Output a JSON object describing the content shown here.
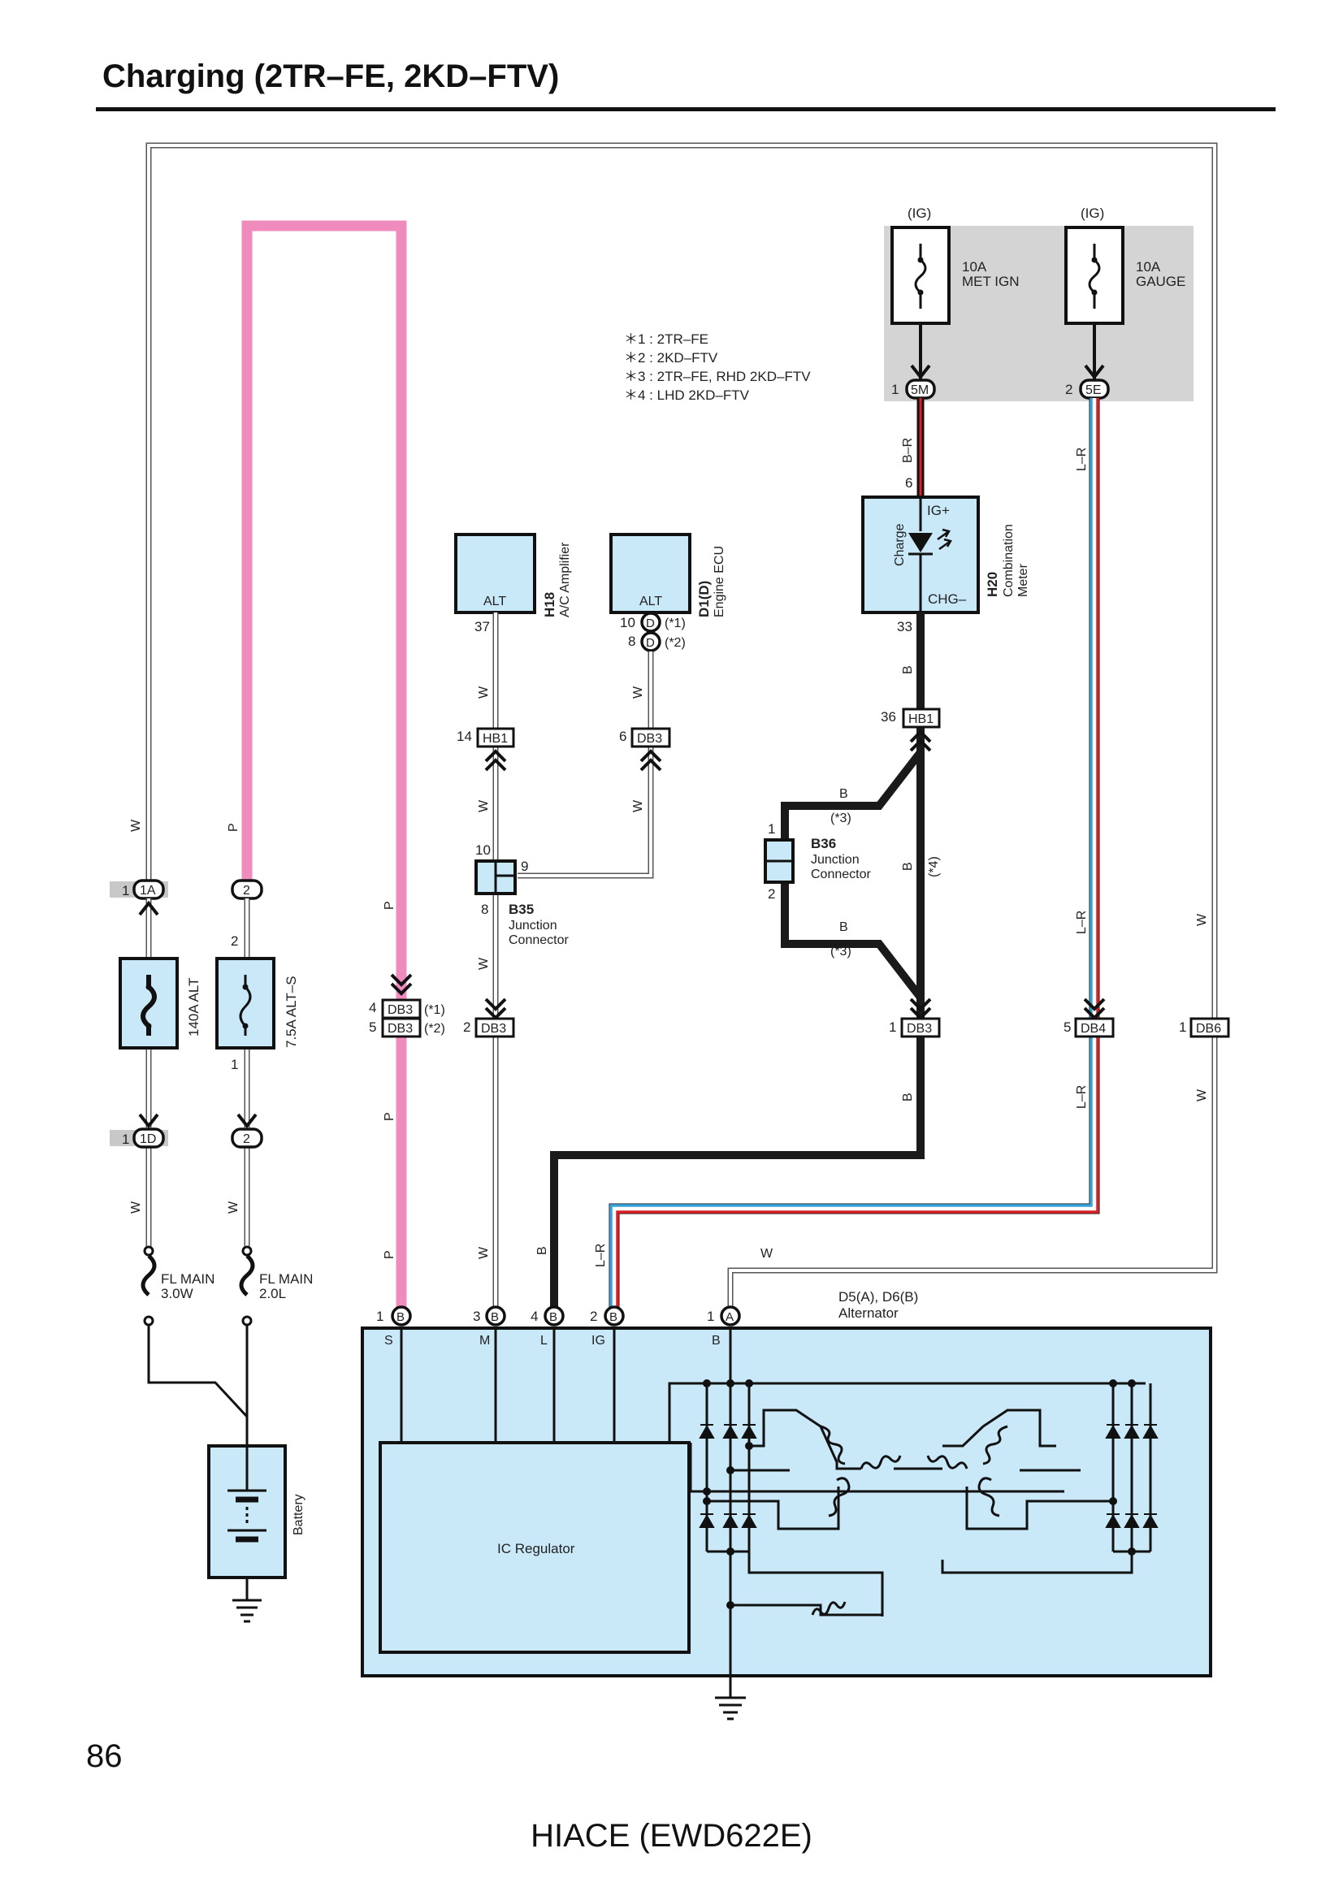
{
  "title": "Charging (2TR–FE, 2KD–FTV)",
  "page_number": "86",
  "footer": "HIACE (EWD622E)",
  "notes": [
    "＊1 : 2TR–FE",
    "＊2 : 2KD–FTV",
    "＊3 : 2TR–FE,  RHD 2KD–FTV",
    "＊4 : LHD 2KD–FTV"
  ],
  "colors": {
    "pink_wire": "#ef8bbd",
    "black_wire": "#1a1a1a",
    "red_wire": "#d8202a",
    "blue_wire": "#3aa0d8",
    "component_fill": "#c9e9f8",
    "fuse_box_fill": "#d4d4d4",
    "connector_grey": "#c8c8c8"
  },
  "fuses": {
    "met_ign": {
      "power": "(IG)",
      "amp": "10A",
      "name": "MET IGN",
      "pin": "1",
      "connector": "5M"
    },
    "gauge": {
      "power": "(IG)",
      "amp": "10A",
      "name": "GAUGE",
      "pin": "2",
      "connector": "5E"
    },
    "alt_140": {
      "label": "140A ALT"
    },
    "alt_s": {
      "label": "7.5A ALT–S",
      "pin_top": "2",
      "pin_bottom": "1"
    },
    "fl_main_30": {
      "label1": "FL MAIN",
      "label2": "3.0W"
    },
    "fl_main_20": {
      "label1": "FL MAIN",
      "label2": "2.0L"
    }
  },
  "components": {
    "h18": {
      "id": "H18",
      "name": "A/C Amplifier",
      "terminal": "ALT",
      "pin": "37"
    },
    "d1": {
      "id": "D1(D)",
      "name": "Engine ECU",
      "terminal": "ALT",
      "pin_a": "10",
      "pin_b": "8",
      "conn": "D",
      "note_a": "(*1)",
      "note_b": "(*2)"
    },
    "h20": {
      "id": "H20",
      "name1": "Combination",
      "name2": "Meter",
      "ig": "IG+",
      "chg": "CHG–",
      "charge": "Charge",
      "pin_in": "6",
      "pin_out": "33"
    },
    "b35": {
      "id": "B35",
      "name1": "Junction",
      "name2": "Connector",
      "pin_top": "10",
      "pin_right": "9",
      "pin_bottom": "8"
    },
    "b36": {
      "id": "B36",
      "name1": "Junction",
      "name2": "Connector",
      "pin_top": "1",
      "pin_bottom": "2"
    },
    "alternator": {
      "id": "D5(A), D6(B)",
      "name": "Alternator",
      "terminals": [
        "S",
        "M",
        "L",
        "IG",
        "B"
      ],
      "regulator": "IC Regulator"
    },
    "battery": {
      "name": "Battery"
    }
  },
  "connectors": {
    "hb1_14": {
      "pin": "14",
      "name": "HB1"
    },
    "db3_6": {
      "pin": "6",
      "name": "DB3"
    },
    "hb1_36": {
      "pin": "36",
      "name": "HB1"
    },
    "db3_4": {
      "pin": "4",
      "name": "DB3",
      "note": "(*1)"
    },
    "db3_5": {
      "pin": "5",
      "name": "DB3",
      "note": "(*2)"
    },
    "db3_2": {
      "pin": "2",
      "name": "DB3"
    },
    "db3_1": {
      "pin": "1",
      "name": "DB3"
    },
    "db4_5": {
      "pin": "5",
      "name": "DB4"
    },
    "db6_1": {
      "pin": "1",
      "name": "DB6"
    },
    "c1a": {
      "pin": "1",
      "name": "1A"
    },
    "c1d": {
      "pin": "1",
      "name": "1D"
    },
    "c2_top": {
      "name": "2"
    },
    "c2_bottom": {
      "name": "2"
    },
    "alt_pins": [
      {
        "pin": "1",
        "name": "B"
      },
      {
        "pin": "3",
        "name": "B"
      },
      {
        "pin": "4",
        "name": "B"
      },
      {
        "pin": "2",
        "name": "B"
      },
      {
        "pin": "1",
        "name": "A"
      }
    ]
  },
  "wire_labels": {
    "W": "W",
    "P": "P",
    "B": "B",
    "L_R": "L–R",
    "B_R": "B–R",
    "star3": "(*3)",
    "star4": "(*4)"
  }
}
